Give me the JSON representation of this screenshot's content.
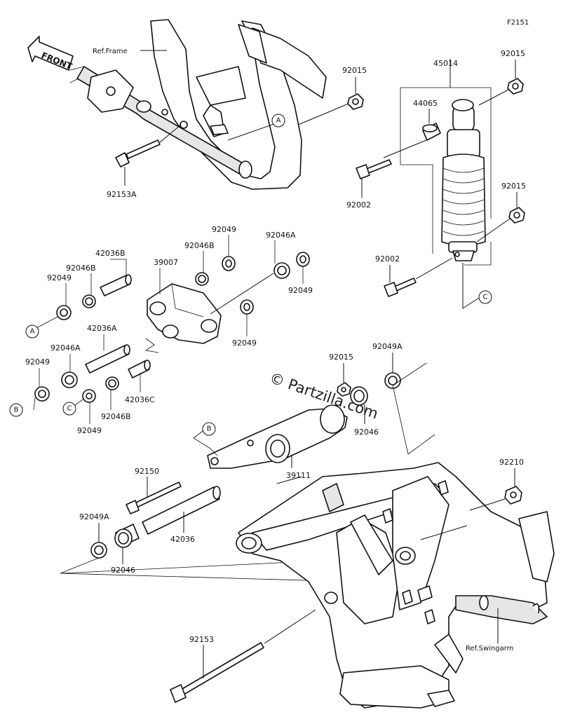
{
  "figure_code": "F2151",
  "watermark": "© Partzilla.com",
  "front_label": "FRONT",
  "ref_labels": [
    {
      "id": "ref-frame",
      "text": "Ref.Frame"
    },
    {
      "id": "ref-swingarm",
      "text": "Ref.Swingarm"
    }
  ],
  "callouts": [
    {
      "id": "A1",
      "text": "A"
    },
    {
      "id": "A2",
      "text": "A"
    },
    {
      "id": "B1",
      "text": "B"
    },
    {
      "id": "B2",
      "text": "B"
    },
    {
      "id": "C1",
      "text": "C"
    },
    {
      "id": "C2",
      "text": "C"
    }
  ],
  "part_labels": [
    {
      "id": "p01",
      "text": "92015"
    },
    {
      "id": "p02",
      "text": "92153A"
    },
    {
      "id": "p03",
      "text": "45014"
    },
    {
      "id": "p04",
      "text": "92015"
    },
    {
      "id": "p05",
      "text": "44065"
    },
    {
      "id": "p06",
      "text": "92002"
    },
    {
      "id": "p07",
      "text": "92015"
    },
    {
      "id": "p08",
      "text": "92002"
    },
    {
      "id": "p09",
      "text": "92049"
    },
    {
      "id": "p10",
      "text": "92046A"
    },
    {
      "id": "p11",
      "text": "42036B"
    },
    {
      "id": "p12",
      "text": "39007"
    },
    {
      "id": "p13",
      "text": "92046B"
    },
    {
      "id": "p14",
      "text": "92046B"
    },
    {
      "id": "p15",
      "text": "92049"
    },
    {
      "id": "p16",
      "text": "92049"
    },
    {
      "id": "p17",
      "text": "92049"
    },
    {
      "id": "p18",
      "text": "42036A"
    },
    {
      "id": "p19",
      "text": "92046A"
    },
    {
      "id": "p20",
      "text": "92049"
    },
    {
      "id": "p21",
      "text": "42036C"
    },
    {
      "id": "p22",
      "text": "92046B"
    },
    {
      "id": "p23",
      "text": "92049"
    },
    {
      "id": "p24",
      "text": "92015"
    },
    {
      "id": "p25",
      "text": "92049A"
    },
    {
      "id": "p26",
      "text": "92046"
    },
    {
      "id": "p27",
      "text": "39111"
    },
    {
      "id": "p28",
      "text": "92150"
    },
    {
      "id": "p29",
      "text": "92210"
    },
    {
      "id": "p30",
      "text": "92049A"
    },
    {
      "id": "p31",
      "text": "42036"
    },
    {
      "id": "p32",
      "text": "92046"
    },
    {
      "id": "p33",
      "text": "92153"
    }
  ]
}
